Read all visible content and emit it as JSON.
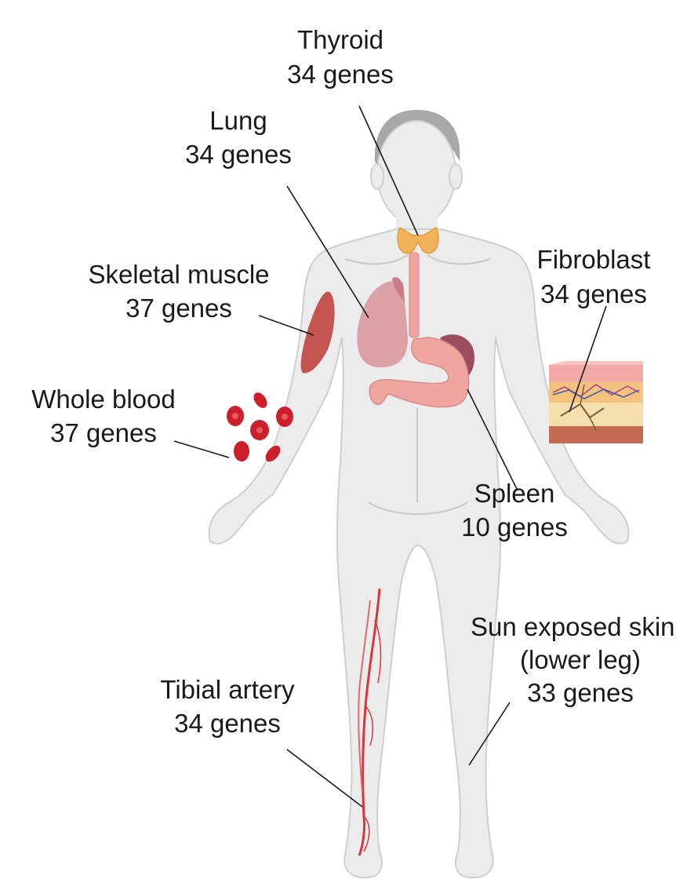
{
  "tissues": [
    {
      "name": "Thyroid",
      "genes": "34 genes",
      "color": "#f2b25a"
    },
    {
      "name": "Lung",
      "genes": "34 genes",
      "color": "#d9939b"
    },
    {
      "name": "Skeletal muscle",
      "genes": "37 genes",
      "color": "#c4544f"
    },
    {
      "name": "Fibroblast",
      "genes": "34 genes",
      "color": "#f3c27d"
    },
    {
      "name": "Whole blood",
      "genes": "37 genes",
      "color": "#cc1f2b"
    },
    {
      "name": "Spleen",
      "genes": "10 genes",
      "color": "#9b4d62"
    },
    {
      "name": "Sun exposed skin",
      "detail": "(lower leg)",
      "genes": "33 genes",
      "color": "#ececec"
    },
    {
      "name": "Tibial artery",
      "genes": "34 genes",
      "color": "#d9363c"
    }
  ],
  "stomach_color": "#f0a5a0",
  "body_color": "#ececec"
}
